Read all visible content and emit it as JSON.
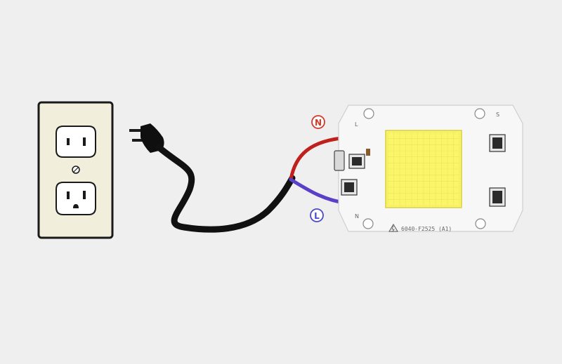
{
  "diagram": {
    "outlet": {
      "icon": "duplex-outlet"
    },
    "plug": {
      "icon": "two-prong-plug"
    },
    "wires": {
      "neutral_color": "#c0201c",
      "live_color": "#5a3fc8",
      "cord_color": "#111111"
    },
    "badges": {
      "neutral": "N",
      "live": "L",
      "neutral_color": "#d43a2a",
      "live_color": "#4a4ad0"
    },
    "board": {
      "pad_label_top": "L",
      "pad_label_bottom": "N",
      "corner_label": "S",
      "model_text": "6040-F2525 (A1)",
      "chip_color": "#fbf56a"
    }
  }
}
